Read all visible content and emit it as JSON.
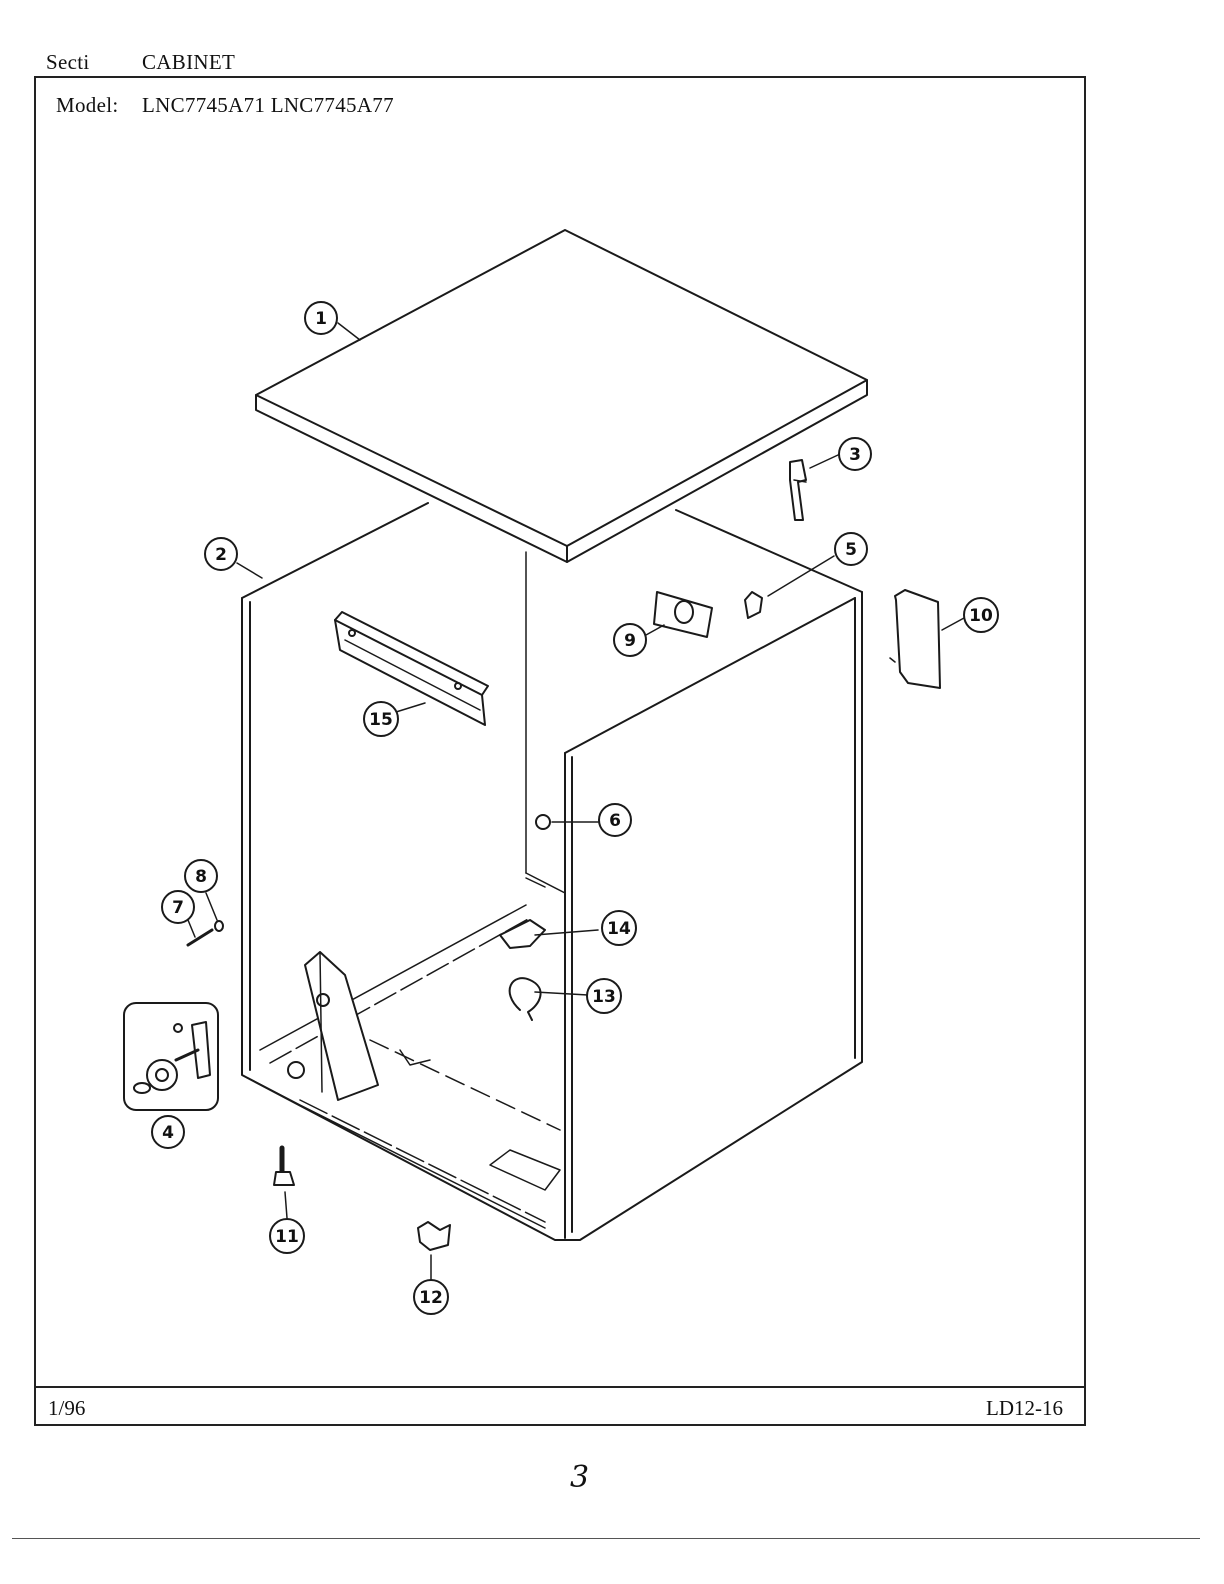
{
  "header": {
    "section_label": "Secti",
    "section_title": "CABINET",
    "model_label": "Model:",
    "models": "LNC7745A71  LNC7745A77"
  },
  "footer": {
    "date": "1/96",
    "doc_code": "LD12-16",
    "page_number": "3"
  },
  "callouts": [
    {
      "id": "callout-1",
      "label": "1"
    },
    {
      "id": "callout-2",
      "label": "2"
    },
    {
      "id": "callout-3",
      "label": "3"
    },
    {
      "id": "callout-4",
      "label": "4"
    },
    {
      "id": "callout-5",
      "label": "5"
    },
    {
      "id": "callout-6",
      "label": "6"
    },
    {
      "id": "callout-7",
      "label": "7"
    },
    {
      "id": "callout-8",
      "label": "8"
    },
    {
      "id": "callout-9",
      "label": "9"
    },
    {
      "id": "callout-10",
      "label": "10"
    },
    {
      "id": "callout-11",
      "label": "11"
    },
    {
      "id": "callout-12",
      "label": "12"
    },
    {
      "id": "callout-13",
      "label": "13"
    },
    {
      "id": "callout-14",
      "label": "14"
    },
    {
      "id": "callout-15",
      "label": "15"
    }
  ]
}
